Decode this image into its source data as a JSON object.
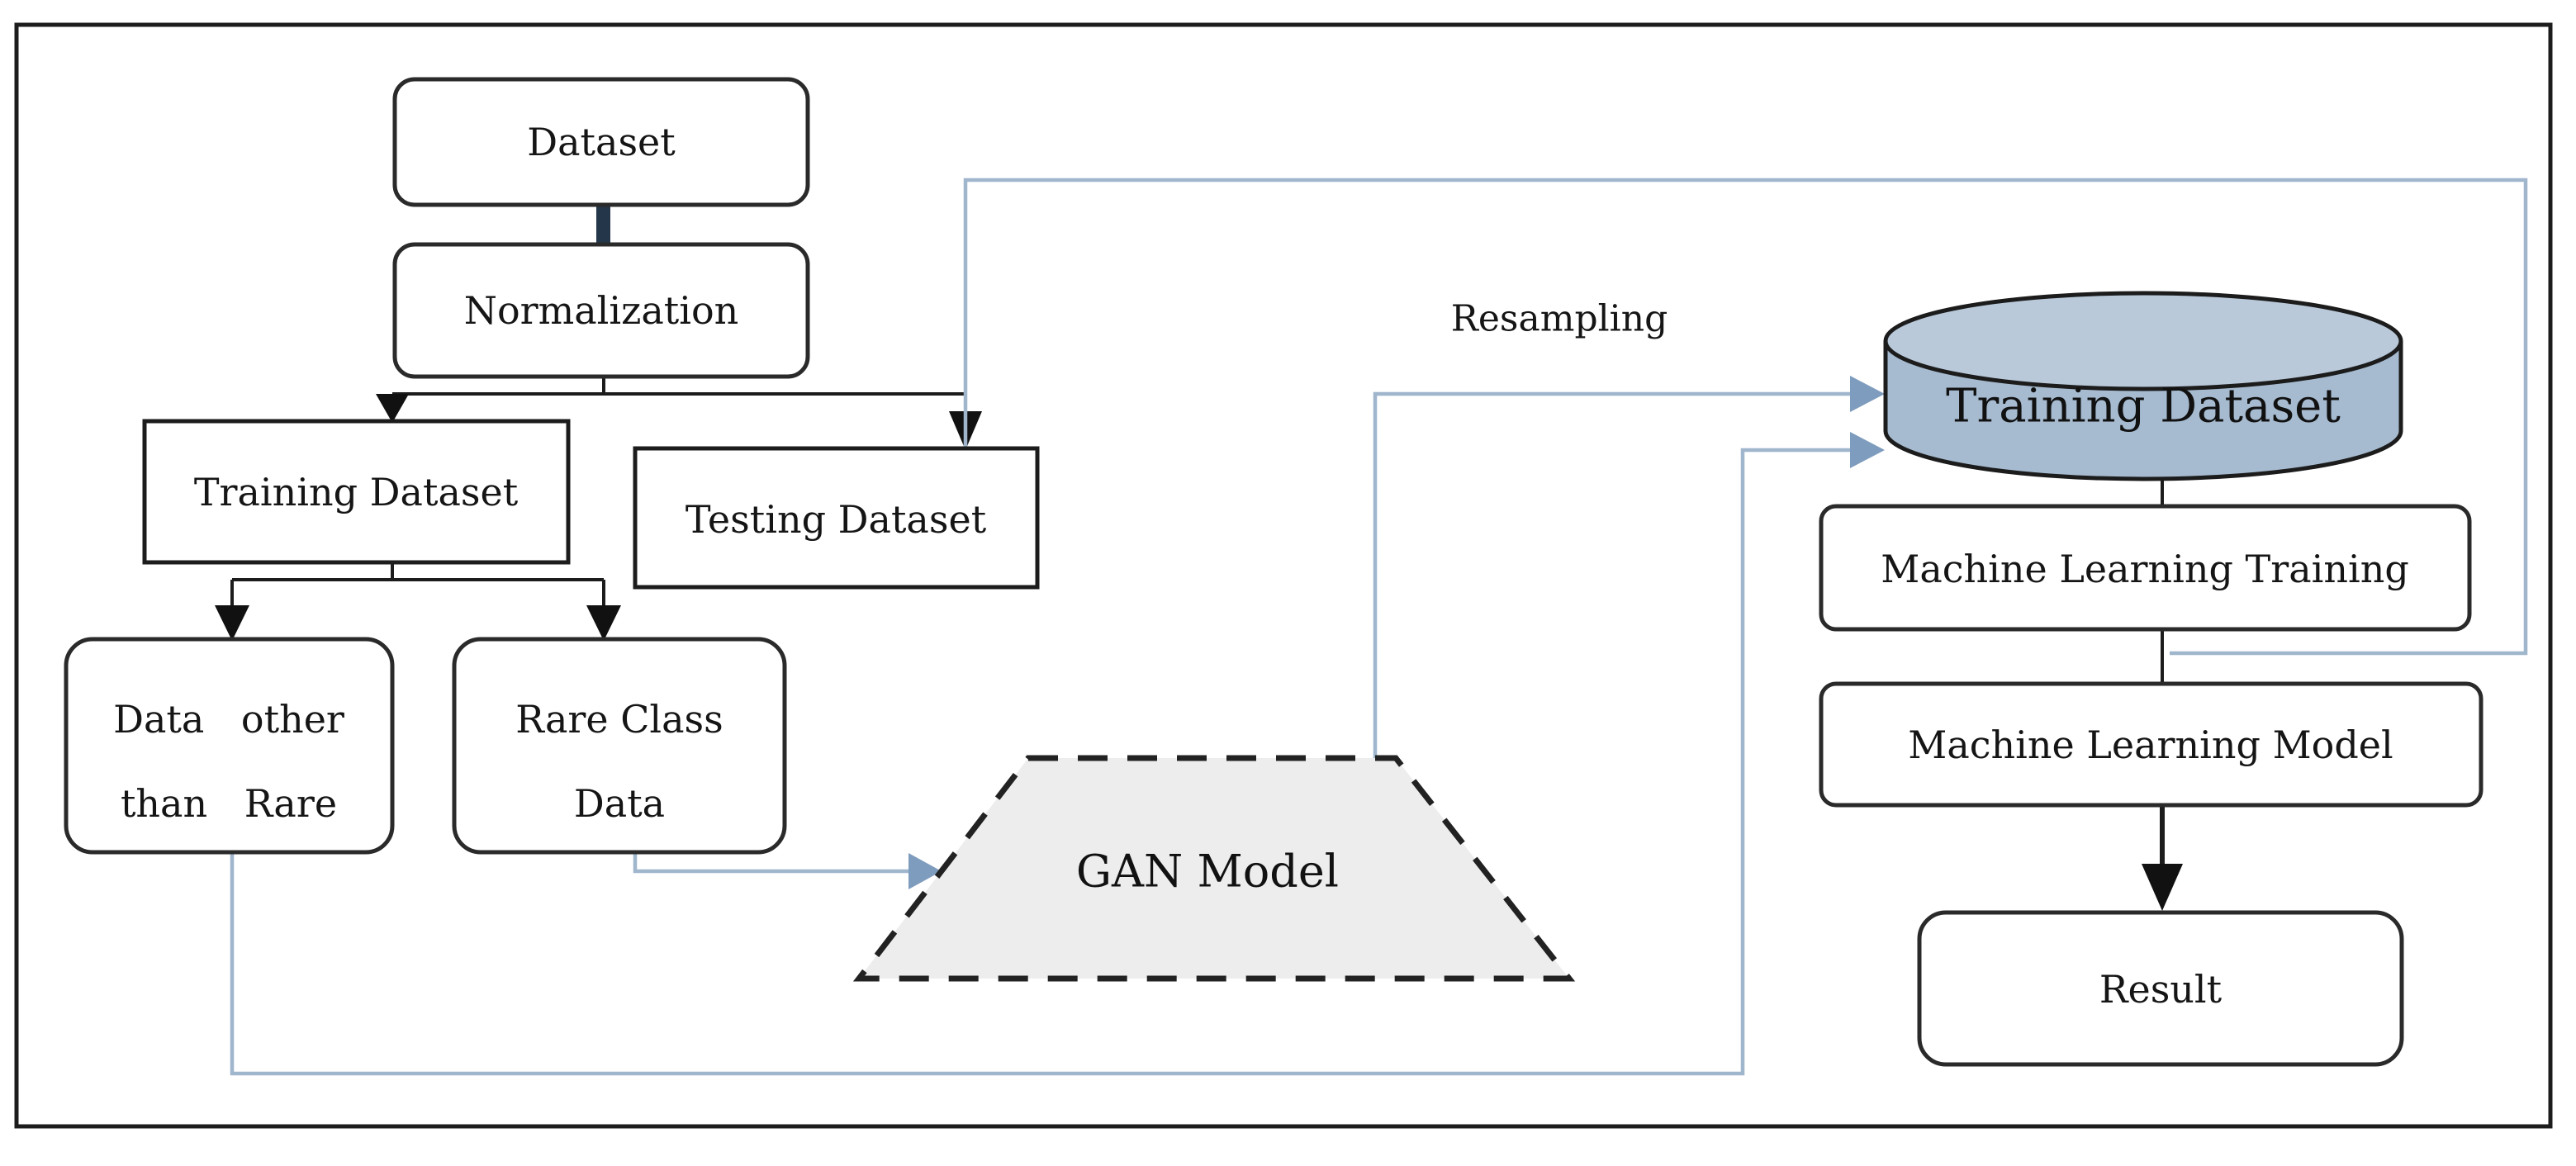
{
  "figure": {
    "type": "flowchart",
    "background": "#ffffff",
    "colors": {
      "box_stroke": "#2a2a2a",
      "black_connector": "#1c1c1c",
      "thick_connector": "#24364a",
      "flow_blue_line": "#9fb6cd",
      "flow_blue_arrow": "#7e9cbd",
      "cylinder_body": "#a6bbd0",
      "cylinder_top": "#b9c9da",
      "gan_fill": "#ededed"
    },
    "nodes": {
      "dataset": {
        "label": "Dataset",
        "shape": "rounded-rect"
      },
      "normalization": {
        "label": "Normalization",
        "shape": "rounded-rect"
      },
      "training_dataset": {
        "label": "Training Dataset",
        "shape": "rect"
      },
      "testing_dataset": {
        "label": "Testing Dataset",
        "shape": "rect"
      },
      "data_other_than_rare": {
        "label_line1": "Data other",
        "label_line2": "than Rare",
        "shape": "rounded-rect"
      },
      "rare_class_data": {
        "label_line1": "Rare Class",
        "label_line2": "Data",
        "shape": "rounded-rect"
      },
      "gan_model": {
        "label": "GAN Model",
        "shape": "dashed-trapezoid"
      },
      "training_dataset_store": {
        "label": "Training Dataset",
        "shape": "cylinder"
      },
      "machine_learning_training": {
        "label": "Machine Learning Training",
        "shape": "rounded-rect"
      },
      "machine_learning_model": {
        "label": "Machine Learning Model",
        "shape": "rounded-rect"
      },
      "result": {
        "label": "Result",
        "shape": "rounded-rect"
      }
    },
    "edge_labels": {
      "resampling": "Resampling"
    }
  }
}
